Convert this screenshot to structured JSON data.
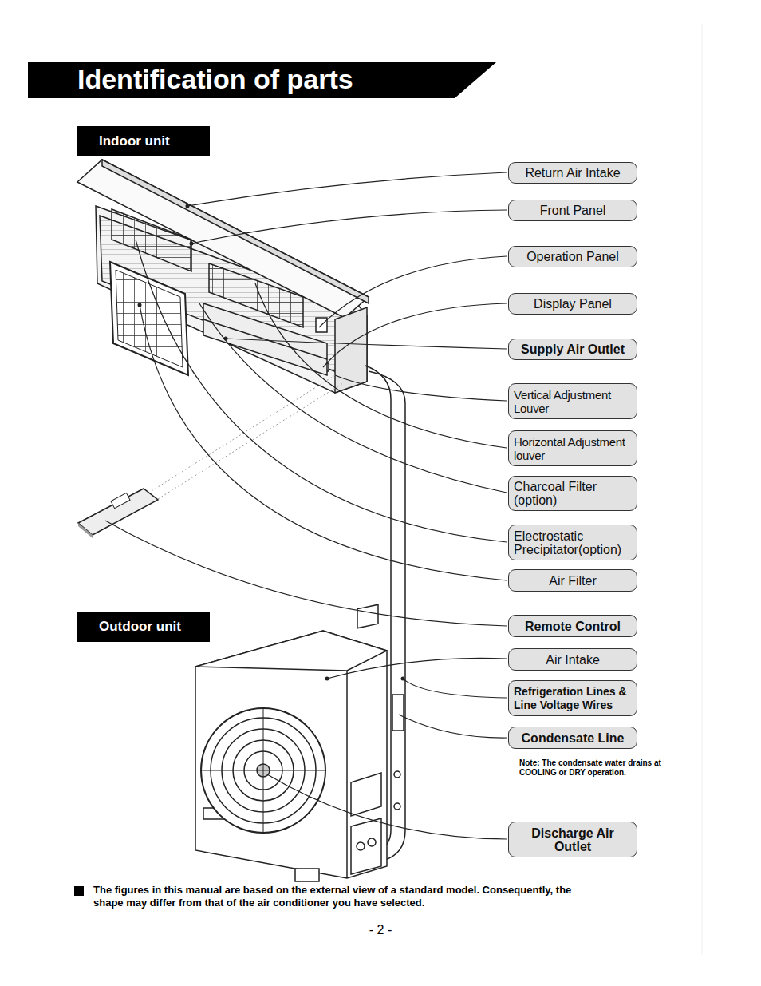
{
  "diagram": {
    "title": "Identification of parts",
    "nodes": [
      {
        "text": [
          "Indoor unit"
        ]
      },
      {
        "text": [
          "Return Air Intake"
        ]
      },
      {
        "text": [
          "Front Panel"
        ]
      },
      {
        "text": [
          "Operation Panel"
        ]
      },
      {
        "text": [
          "Display Panel"
        ]
      },
      {
        "text": [
          "Supply Air Outlet"
        ]
      },
      {
        "text": [
          "Vertical Adjustment Louver"
        ]
      },
      {
        "text": [
          "Horizontal Adjustment louver"
        ]
      },
      {
        "text": [
          "Charcoal Filter (option)"
        ]
      },
      {
        "text": [
          "Electrostatic Precipitator(option)"
        ]
      },
      {
        "text": [
          "Air Filter"
        ]
      },
      {
        "text": [
          "Outdoor unit"
        ]
      },
      {
        "text": [
          "Remote Control"
        ]
      },
      {
        "text": [
          "Air Intake"
        ]
      },
      {
        "text": [
          "Refrigeration Lines & Line Voltage Wires"
        ]
      },
      {
        "text": [
          "Condensate Line"
        ]
      },
      {
        "text": [
          "Discharge Air Outlet"
        ]
      }
    ],
    "labels": [
      "Note: The condensate water drains at COOLING or DRY operation.",
      "The figures in this manual are based on the external view of a standard model. Consequently, the shape may differ from that of the air conditioner you have selected.",
      "- 2 -"
    ]
  }
}
